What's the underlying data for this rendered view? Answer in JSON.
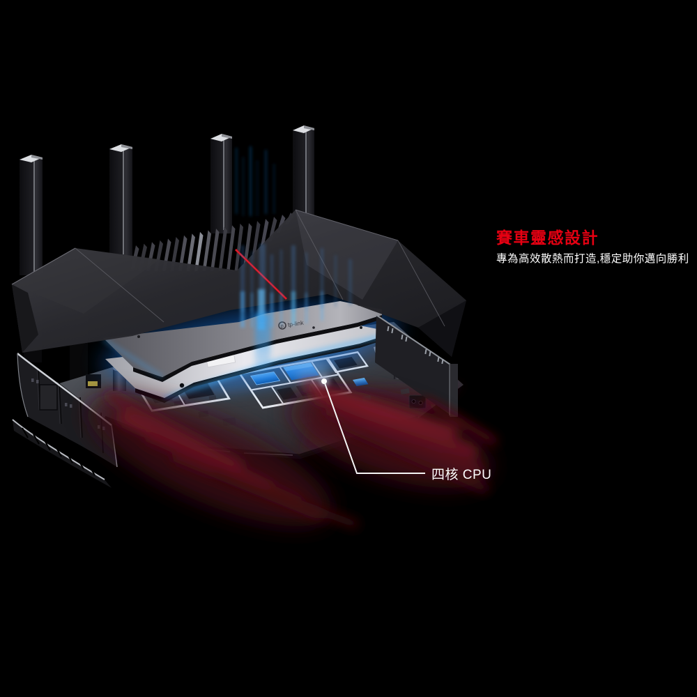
{
  "page": {
    "background": "#000000"
  },
  "annotations": {
    "headline": {
      "text": "賽車靈感設計",
      "color": "#e60012"
    },
    "subheadline": {
      "text": "專為高效散熱而打造,穩定助你邁向勝利",
      "color": "#ffffff"
    },
    "cpu_callout": {
      "text": "四核 CPU",
      "color": "#ffffff"
    }
  },
  "illustration": {
    "logo_text": "tp-link",
    "antenna_count": "4",
    "colors": {
      "accent_red_stripe": "#c40a18",
      "glow_blue": "#2f9ef0",
      "glow_cyan": "#57c8ff",
      "glow_red": "#6b1624",
      "cpu_blue": "#2f8de8",
      "plate_silver": "#c9c9ce"
    }
  }
}
